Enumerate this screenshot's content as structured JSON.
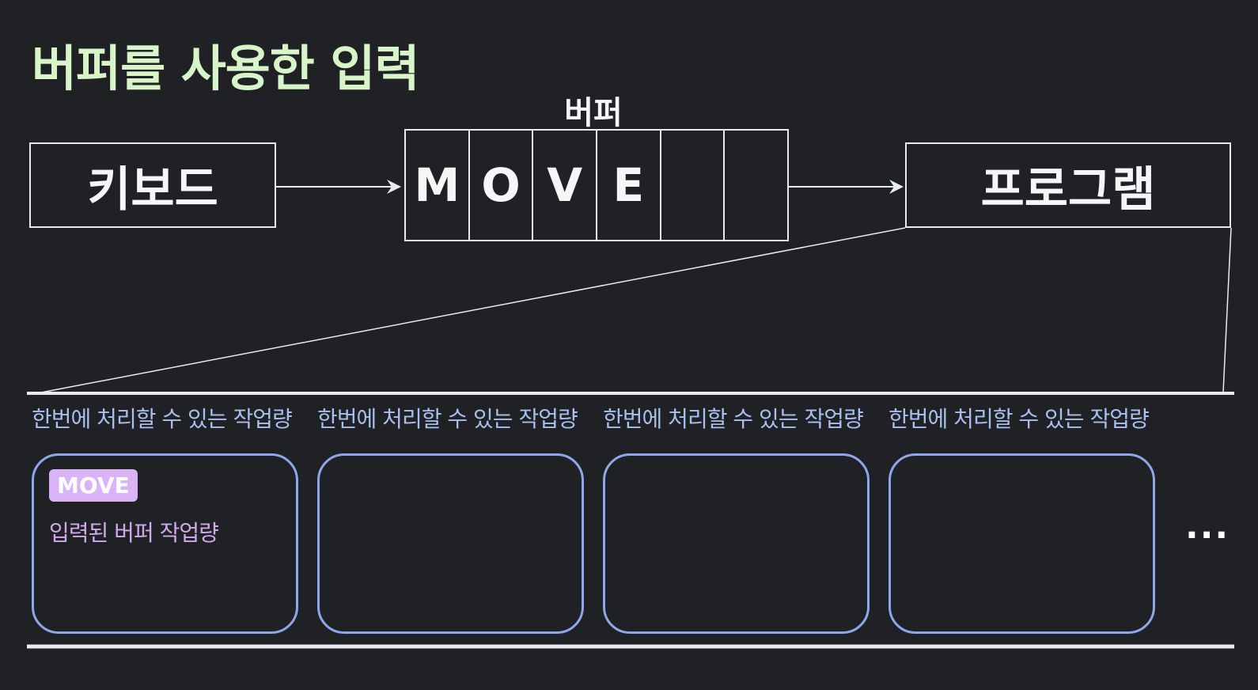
{
  "title": "버퍼를 사용한 입력",
  "nodes": {
    "keyboard": "키보드",
    "buffer_label": "버퍼",
    "program": "프로그램"
  },
  "buffer_cells": [
    "M",
    "O",
    "V",
    "E",
    "",
    ""
  ],
  "work_label": "한번에 처리할 수 있는 작업량",
  "first_card": {
    "chip": "MOVE",
    "text": "입력된 버퍼 작업량"
  },
  "ellipsis": "...",
  "colors": {
    "background": "#202124",
    "title": "#d7f5c9",
    "card_border": "#8fa6ea",
    "work_label": "#a9bff0",
    "chip_bg": "#d9b3f5",
    "card_text": "#d1a8ee"
  }
}
